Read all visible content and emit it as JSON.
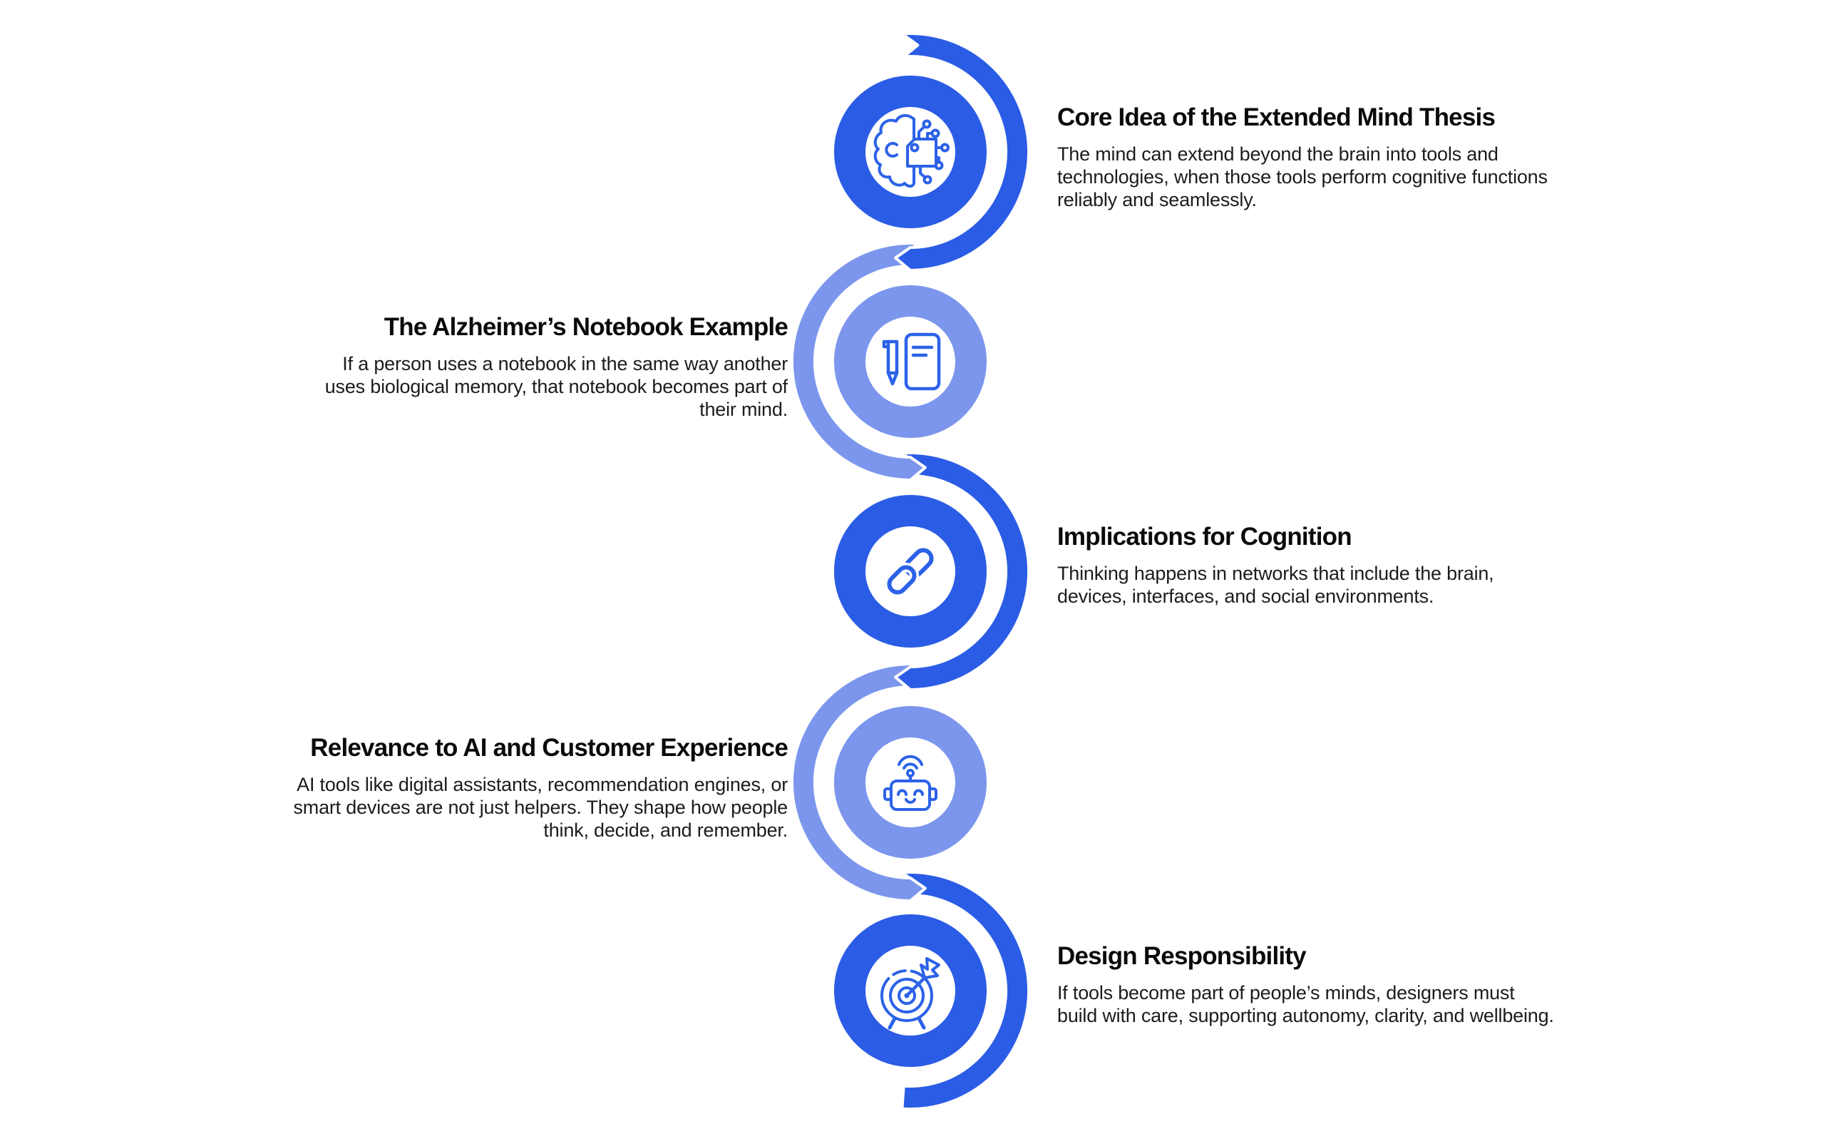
{
  "palette": {
    "dark_blue": "#2b5ce5",
    "light_blue": "#7b96ec",
    "icon_stroke": "#2c62e8",
    "background": "#ffffff"
  },
  "steps": [
    {
      "side": "right",
      "tone": "dark",
      "icon": "brain-circuit-icon",
      "title": "Core Idea of the Extended Mind Thesis",
      "body": "The mind can extend beyond the brain into tools and technologies, when those tools perform cognitive functions reliably and seamlessly."
    },
    {
      "side": "left",
      "tone": "light",
      "icon": "notebook-pen-icon",
      "title": "The Alzheimer’s Notebook Example",
      "body": "If a person uses a notebook in the same way another uses biological memory, that notebook becomes part of their mind."
    },
    {
      "side": "right",
      "tone": "dark",
      "icon": "chain-link-icon",
      "title": "Implications for Cognition",
      "body": "Thinking happens in networks that include the brain, devices, interfaces, and social environments."
    },
    {
      "side": "left",
      "tone": "light",
      "icon": "robot-icon",
      "title": "Relevance to AI and Customer Experience",
      "body": "AI tools like digital assistants, recommendation engines, or smart devices are not just helpers. They shape how people think, decide, and remember."
    },
    {
      "side": "right",
      "tone": "dark",
      "icon": "target-arrow-icon",
      "title": "Design Responsibility",
      "body": "If tools become part of people’s minds, designers must build with care, supporting autonomy, clarity, and wellbeing."
    }
  ]
}
